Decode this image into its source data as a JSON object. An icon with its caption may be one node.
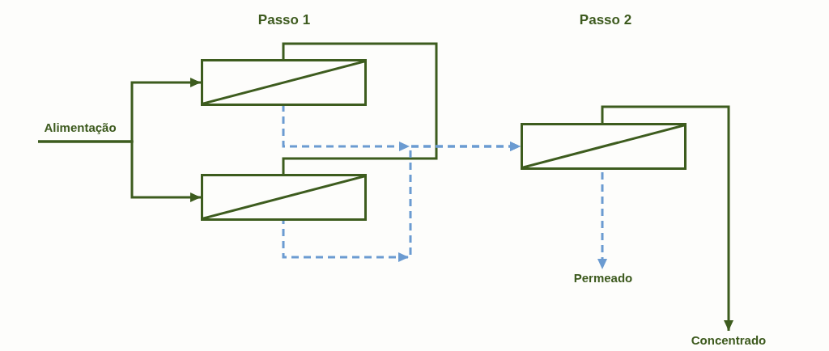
{
  "diagram": {
    "nodes": [
      {
        "text": [
          "Alimentação"
        ]
      },
      {
        "text": [],
        "shape": "box"
      },
      {
        "text": [],
        "shape": "box"
      },
      {
        "text": [],
        "shape": "box"
      },
      {
        "text": [
          "Permeado"
        ]
      },
      {
        "text": [
          "Concentrado"
        ]
      }
    ],
    "edges": [
      {
        "from": 0,
        "to": 1,
        "arrow": "to"
      },
      {
        "from": 0,
        "to": 2,
        "arrow": "to"
      },
      {
        "from": 1,
        "to": 2,
        "arrow": "none"
      },
      {
        "from": 1,
        "to": 3,
        "arrow": "to",
        "style": "dashed",
        "color": "#6b9bd1"
      },
      {
        "from": 2,
        "to": 3,
        "arrow": "to",
        "style": "dashed",
        "color": "#6b9bd1"
      },
      {
        "from": 3,
        "to": 4,
        "arrow": "to",
        "style": "dashed",
        "color": "#6b9bd1"
      },
      {
        "from": 3,
        "to": 5,
        "arrow": "to"
      }
    ],
    "labels": [
      "Passo 1",
      "Passo 2"
    ]
  }
}
